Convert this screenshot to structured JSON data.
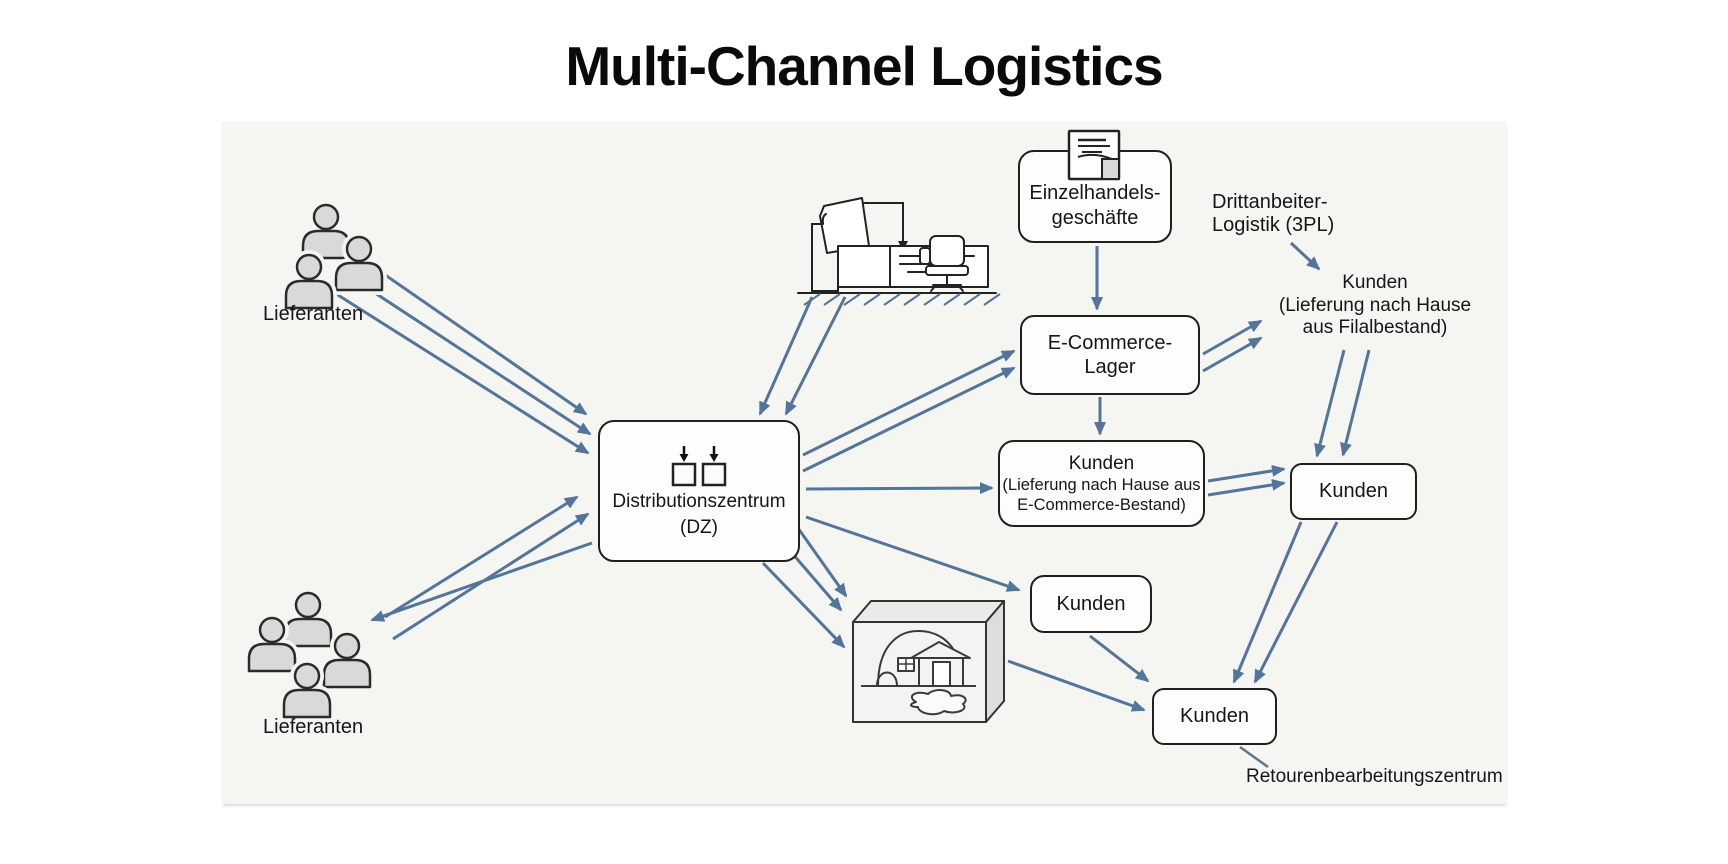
{
  "title": "Multi-Channel Logistics",
  "nodes": {
    "suppliers_top": {
      "label": "Lieferanten"
    },
    "suppliers_bottom": {
      "label": "Lieferanten"
    },
    "distribution_center": {
      "line1": "Distributionszentrum",
      "line2": "(DZ)"
    },
    "retail_stores": {
      "line1": "Einzelhandels-",
      "line2": "geschäfte"
    },
    "third_party_logistics": {
      "line1": "Drittanbeiter-",
      "line2": "Logistik (3PL)"
    },
    "ecommerce_warehouse": {
      "line1": "E-Commerce-",
      "line2": "Lager"
    },
    "customers_store_stock": {
      "line1": "Kunden",
      "line2": "(Lieferung nach Hause",
      "line3": "aus Filalbestand)"
    },
    "customers_ecom_stock": {
      "line1": "Kunden",
      "line2": "(Lieferung nach Hause aus",
      "line3": "E-Commerce-Bestand)"
    },
    "customers_right": {
      "label": "Kunden"
    },
    "customers_middle": {
      "label": "Kunden"
    },
    "customers_bottom": {
      "label": "Kunden"
    },
    "returns_center": {
      "label": "Retourenbearbeitungszentrum"
    }
  },
  "icons": {
    "suppliers_top": "people-group-icon",
    "suppliers_bottom": "people-group-icon",
    "distribution_center": "inbox-trays-icon",
    "retail_stores": "document-icon",
    "office": "office-desk-illustration",
    "home_delivery": "house-in-box-illustration"
  },
  "edges": [
    "suppliers_top -> distribution_center (x3)",
    "suppliers_bottom <-> distribution_center",
    "office -> distribution_center (x2)",
    "distribution_center -> ecommerce_warehouse (x2)",
    "retail_stores -> ecommerce_warehouse",
    "ecommerce_warehouse -> customers_store_stock (x2)",
    "third_party_logistics -> customers_store_stock",
    "ecommerce_warehouse -> customers_ecom_stock",
    "distribution_center -> customers_ecom_stock",
    "customers_store_stock -> customers_right (x2)",
    "customers_ecom_stock -> customers_right (x2)",
    "customers_right -> customers_bottom (x2)",
    "distribution_center -> customers_middle",
    "distribution_center -> home_delivery (x3)",
    "customers_middle -> customers_bottom",
    "home_delivery -> customers_bottom",
    "customers_bottom -> returns_center"
  ],
  "colors": {
    "arrow": "#53749b",
    "box_border": "#1f1f1f",
    "box_fill": "#fdfdfc",
    "panel_bg": "#f5f5f2",
    "person_fill": "#d9d9d9",
    "title": "#0a0a0a"
  }
}
